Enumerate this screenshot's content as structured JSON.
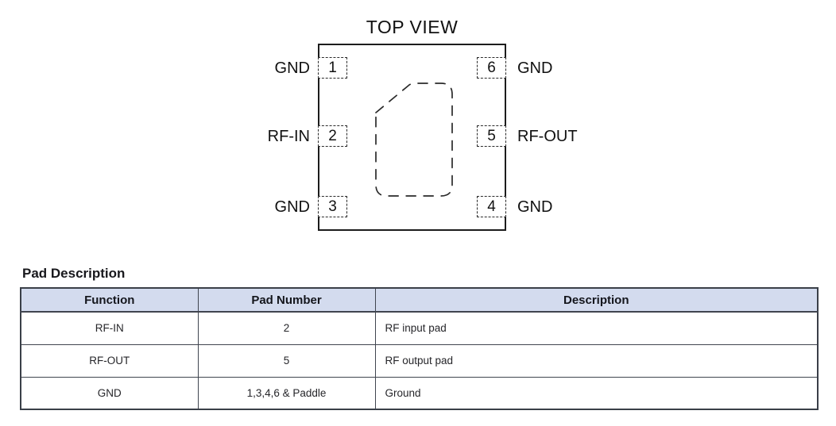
{
  "diagram": {
    "title": "TOP VIEW",
    "pads": [
      {
        "number": "1",
        "side": "left",
        "label": "GND"
      },
      {
        "number": "2",
        "side": "left",
        "label": "RF-IN"
      },
      {
        "number": "3",
        "side": "left",
        "label": "GND"
      },
      {
        "number": "6",
        "side": "right",
        "label": "GND"
      },
      {
        "number": "5",
        "side": "right",
        "label": "RF-OUT"
      },
      {
        "number": "4",
        "side": "right",
        "label": "GND"
      }
    ]
  },
  "table": {
    "heading": "Pad Description",
    "columns": [
      "Function",
      "Pad Number",
      "Description"
    ],
    "rows": [
      {
        "function": "RF-IN",
        "pad_number": "2",
        "description": "RF input pad"
      },
      {
        "function": "RF-OUT",
        "pad_number": "5",
        "description": "RF output pad"
      },
      {
        "function": "GND",
        "pad_number": "1,3,4,6 & Paddle",
        "description": "Ground"
      }
    ]
  },
  "colors": {
    "table_header_bg": "#d3dbee",
    "table_border": "#40454f",
    "line_color": "#1c1c1c",
    "text_color": "#111111"
  }
}
